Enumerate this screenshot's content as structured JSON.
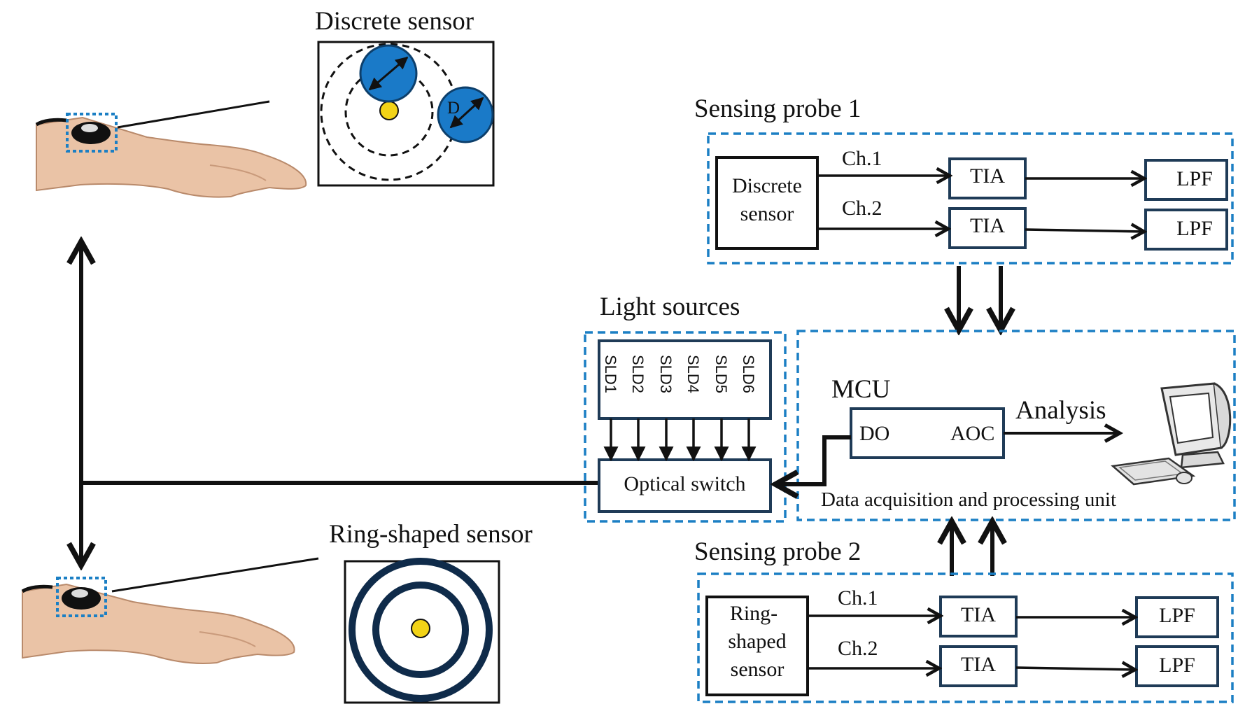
{
  "titles": {
    "discrete_sensor": "Discrete sensor",
    "ring_sensor": "Ring-shaped sensor",
    "probe1": "Sensing probe 1",
    "probe2": "Sensing probe 2",
    "light_sources": "Light sources",
    "mcu": "MCU"
  },
  "probe1": {
    "sensor_line1": "Discrete",
    "sensor_line2": "sensor",
    "ch1": "Ch.1",
    "ch2": "Ch.2",
    "tia1": "TIA",
    "tia2": "TIA",
    "lpf1": "LPF",
    "lpf2": "LPF"
  },
  "probe2": {
    "sensor_line1": "Ring-",
    "sensor_line2": "shaped",
    "sensor_line3": "sensor",
    "ch1": "Ch.1",
    "ch2": "Ch.2",
    "tia1": "TIA",
    "tia2": "TIA",
    "lpf1": "LPF",
    "lpf2": "LPF"
  },
  "light_sources": {
    "slds": [
      "SLD1",
      "SLD2",
      "SLD3",
      "SLD4",
      "SLD5",
      "SLD6"
    ],
    "optical_switch": "Optical switch"
  },
  "daq": {
    "do": "DO",
    "aoc": "AOC",
    "analysis": "Analysis",
    "unit_label": "Data acquisition and processing unit"
  },
  "inset_labels": {
    "d": "D"
  },
  "colors": {
    "dashed_border": "#1b7fc4",
    "detector_blue": "#1a7ac8",
    "source_yellow": "#f2d317",
    "ring_navy": "#0f2b4a",
    "box_navy": "#1f3b57",
    "line_black": "#111111"
  }
}
